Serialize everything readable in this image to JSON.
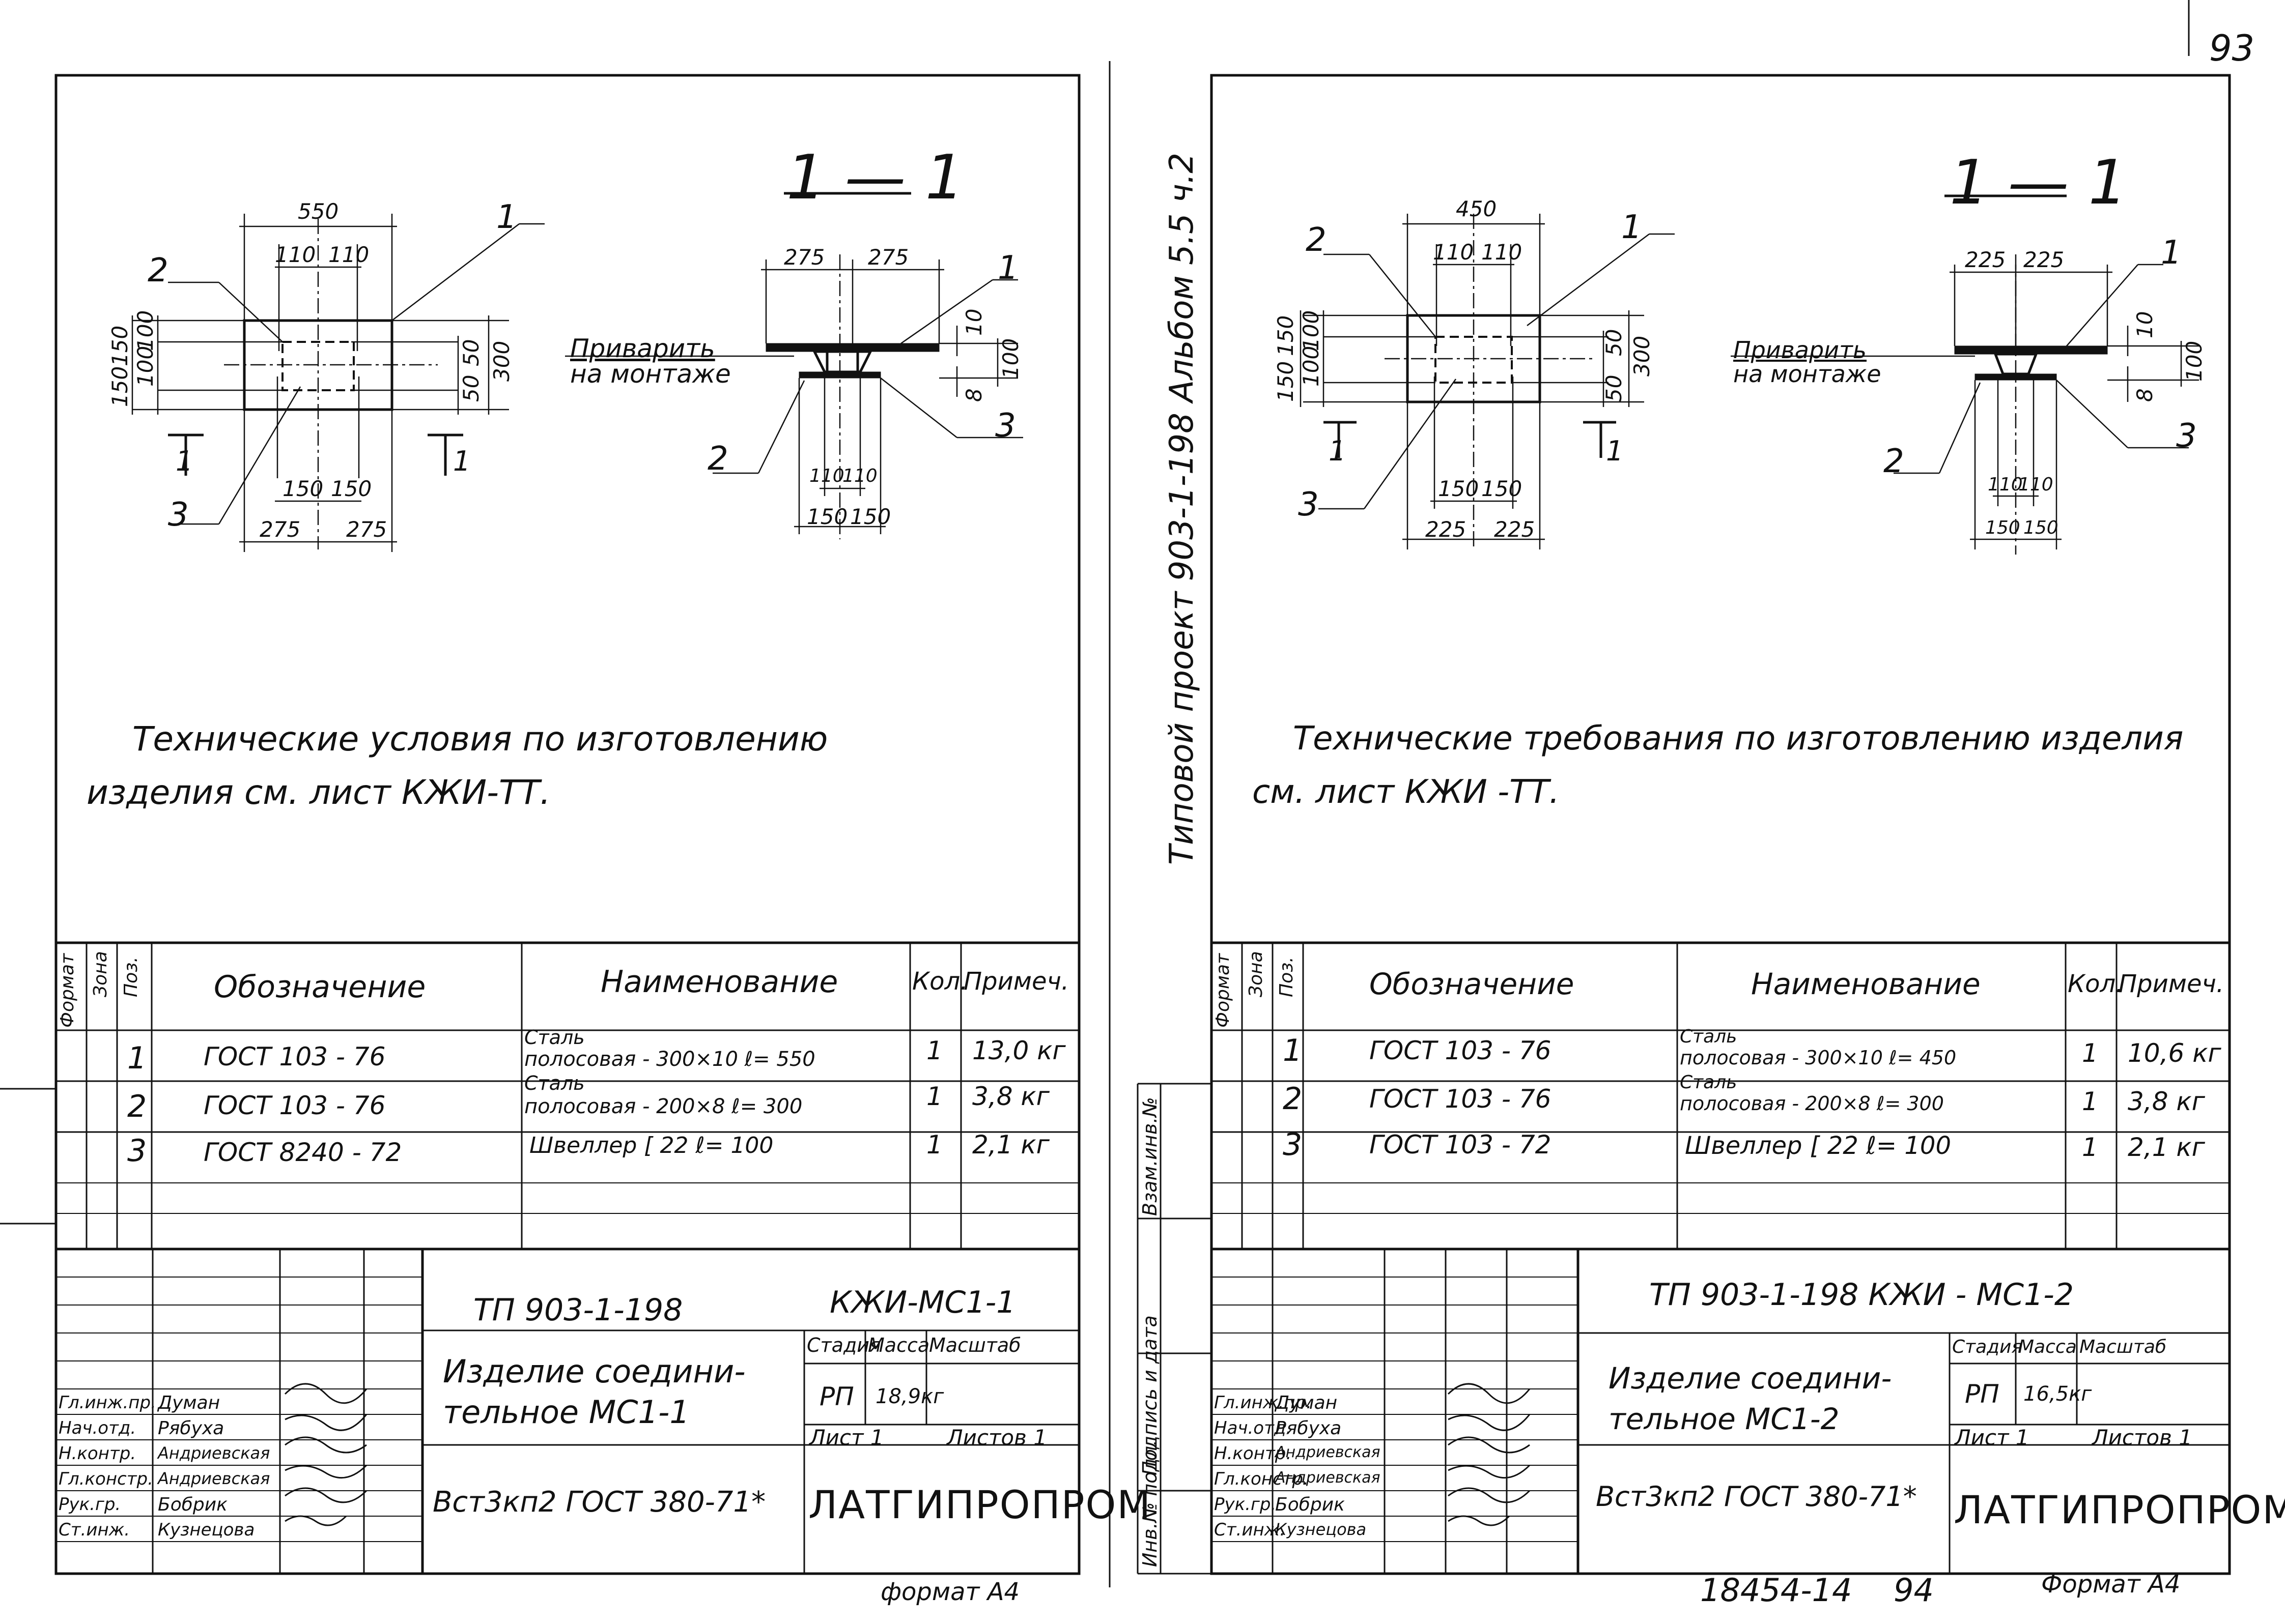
{
  "page_number": "93",
  "footer_code": "18454-14",
  "footer_page": "94",
  "album_note": "Типовой  проект  903-1-198     Альбом 5.5 ч.2",
  "binding_strip": [
    "Инв.№ подл.",
    "Подпись и дата",
    "Взам.инв.№"
  ],
  "sheets": [
    {
      "section_label": "1 — 1",
      "plan_dims": {
        "total_w": "550",
        "half_top": [
          "110",
          "110"
        ],
        "half_bottom": [
          "150",
          "150"
        ],
        "outer_bottom": [
          "275",
          "275"
        ],
        "left_v": [
          "150",
          "100",
          "100",
          "150"
        ],
        "right_v": [
          "50",
          "50",
          "300"
        ]
      },
      "section_dims": {
        "top": [
          "275",
          "275"
        ],
        "bottom_inner": [
          "110",
          "110"
        ],
        "bottom_outer": [
          "150",
          "150"
        ],
        "right": [
          "10",
          "100",
          "8"
        ]
      },
      "cut_marks": [
        "1",
        "1"
      ],
      "pos_labels": [
        "1",
        "2",
        "3"
      ],
      "weld_note": [
        "Приварить",
        "на монтаже"
      ],
      "notes": [
        "Технические   условия    по    изготовлению",
        "изделия   см.    лист   КЖИ-ТТ."
      ],
      "spec": {
        "headers": [
          "Формат",
          "Зона",
          "Поз.",
          "Обозначение",
          "Наименование",
          "Кол.",
          "Примеч."
        ],
        "rows": [
          {
            "pos": "1",
            "designation": "ГОСТ  103 - 76",
            "name_top": "Сталь",
            "name": "полосовая - 300×10   ℓ= 550",
            "qty": "1",
            "note": "13,0 кг"
          },
          {
            "pos": "2",
            "designation": "ГОСТ  103 - 76",
            "name_top": "Сталь",
            "name": "полосовая - 200×8  ℓ= 300",
            "qty": "1",
            "note": "3,8 кг"
          },
          {
            "pos": "3",
            "designation": "ГОСТ  8240 - 72",
            "name_top": "",
            "name": "Швеллер  [ 22     ℓ= 100",
            "qty": "1",
            "note": "2,1 кг"
          }
        ]
      },
      "title_block": {
        "code": "ТП  903-1-198",
        "doc": "КЖИ-МС1-1",
        "name_1": "Изделие  соедини-",
        "name_2": "тельное   МС1-1",
        "stage_label": "Стадия",
        "mass_label": "Масса",
        "scale_label": "Масштаб",
        "stage": "РП",
        "mass": "18,9кг",
        "sheet": "Лист 1",
        "sheets": "Листов 1",
        "material": "Вст3кп2  ГОСТ 380-71*",
        "org": "ЛАТГИПРОПРОМ",
        "format": "формат А4",
        "roles": [
          "Гл.инж.пр.",
          "Нач.отд.",
          "Н.контр.",
          "Гл.констр.",
          "Рук.гр.",
          "Ст.инж."
        ],
        "names": [
          "Думан",
          "Рябуха",
          "Андриевская",
          "Андриевская",
          "Бобрик",
          "Кузнецова"
        ]
      }
    },
    {
      "section_label": "1 — 1",
      "plan_dims": {
        "total_w": "450",
        "half_top": [
          "110",
          "110"
        ],
        "half_bottom": [
          "150",
          "150"
        ],
        "outer_bottom": [
          "225",
          "225"
        ],
        "left_v": [
          "150",
          "100",
          "100",
          "150"
        ],
        "right_v": [
          "50",
          "50",
          "300"
        ]
      },
      "section_dims": {
        "top": [
          "225",
          "225"
        ],
        "bottom_inner": [
          "110",
          "110"
        ],
        "bottom_outer": [
          "150",
          "150"
        ],
        "right": [
          "10",
          "100",
          "8"
        ]
      },
      "cut_marks": [
        "1",
        "1"
      ],
      "pos_labels": [
        "1",
        "2",
        "3"
      ],
      "weld_note": [
        "Приварить",
        "на монтаже"
      ],
      "notes": [
        "Технические    требования   по   изготовлению   изделия",
        "см.   лист    КЖИ -ТТ."
      ],
      "spec": {
        "headers": [
          "Формат",
          "Зона",
          "Поз.",
          "Обозначение",
          "Наименование",
          "Кол.",
          "Примеч."
        ],
        "rows": [
          {
            "pos": "1",
            "designation": "ГОСТ   103 - 76",
            "name_top": "Сталь",
            "name": "полосовая - 300×10  ℓ= 450",
            "qty": "1",
            "note": "10,6 кг"
          },
          {
            "pos": "2",
            "designation": "ГОСТ   103 - 76",
            "name_top": "Сталь",
            "name": "полосовая - 200×8  ℓ= 300",
            "qty": "1",
            "note": "3,8 кг"
          },
          {
            "pos": "3",
            "designation": "ГОСТ   103 - 72",
            "name_top": "",
            "name": "Швеллер  [ 22    ℓ= 100",
            "qty": "1",
            "note": "2,1 кг"
          }
        ]
      },
      "title_block": {
        "code": "ТП  903-1-198   КЖИ - МС1-2",
        "doc": "",
        "name_1": "Изделие  соедини-",
        "name_2": "тельное    МС1-2",
        "stage_label": "Стадия",
        "mass_label": "Масса",
        "scale_label": "Масштаб",
        "stage": "РП",
        "mass": "16,5кг",
        "sheet": "Лист 1",
        "sheets": "Листов 1",
        "material": "Вст3кп2  ГОСТ 380-71*",
        "org": "ЛАТГИПРОПРОМ",
        "format": "Формат А4",
        "roles": [
          "Гл.инж.пр.",
          "Нач.отд.",
          "Н.контр.",
          "Гл.констр.",
          "Рук.гр.",
          "Ст.инж."
        ],
        "names": [
          "Думан",
          "Рябуха",
          "Андриевская",
          "Андриевская",
          "Бобрик",
          "Кузнецова"
        ]
      }
    }
  ]
}
